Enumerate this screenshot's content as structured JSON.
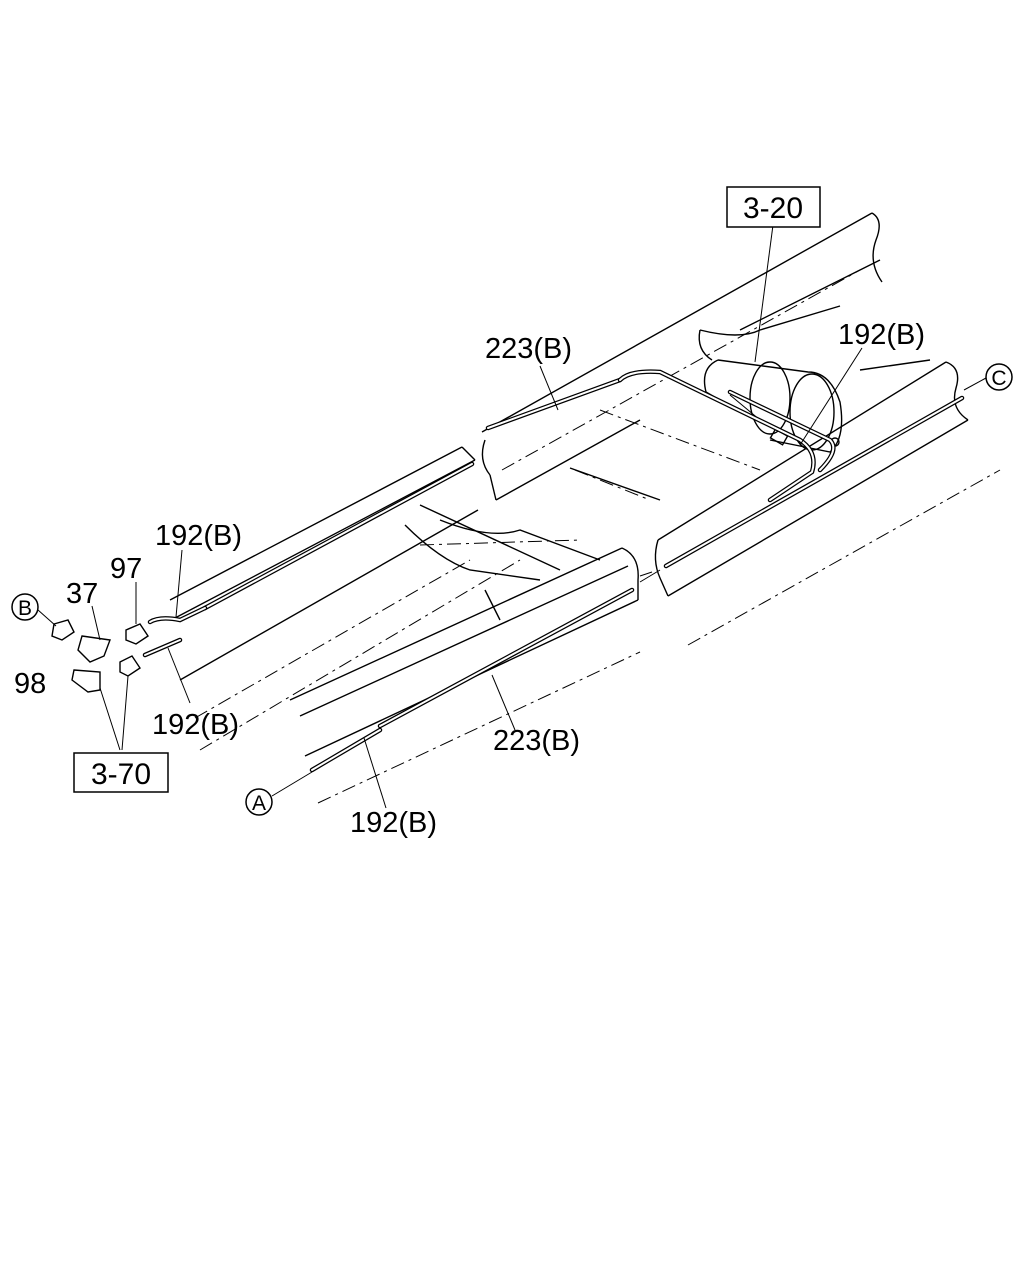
{
  "labels": {
    "l_3_20": "3-20",
    "l_223b_top": "223(B)",
    "l_192b_right": "192(B)",
    "l_192b_left_top": "192(B)",
    "l_97": "97",
    "l_37": "37",
    "l_98": "98",
    "l_192b_left_bottom": "192(B)",
    "l_3_70": "3-70",
    "l_223b_bottom": "223(B)",
    "l_192b_bottom": "192(B)"
  },
  "connectors": {
    "a": "A",
    "b": "B",
    "c": "C"
  }
}
